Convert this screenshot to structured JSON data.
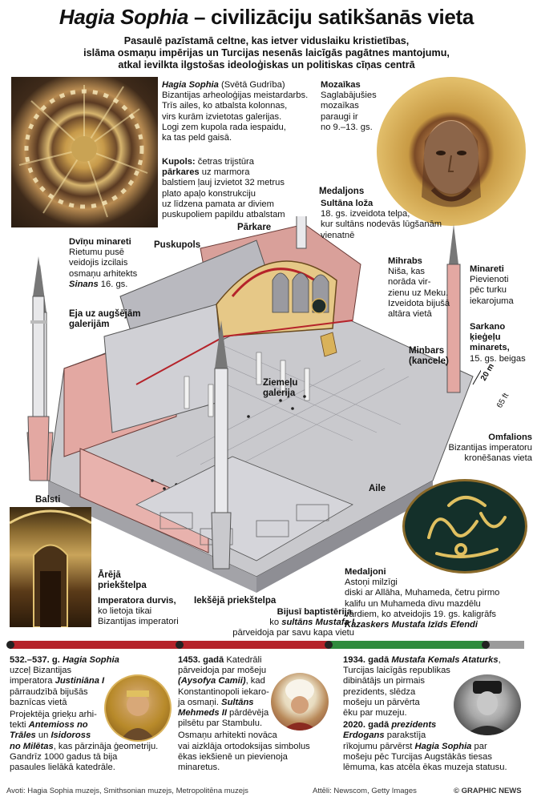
{
  "title": {
    "italic": "Hagia Sophia",
    "rest": " – civilizāciju satikšanās vieta"
  },
  "subtitle": [
    "Pasaulē pazīstamā celtne, kas ietver viduslaiku kristietības,",
    "islāma osmaņu impērijas un Turcijas nesenās laicīgās pagātnes mantojumu,",
    "atkal ievilkta ilgstošas ideoloģiskas un politiskas cīņas centrā"
  ],
  "intro": {
    "name": "Hagia Sophia",
    "name_suffix": " (Svētā Gudrība)",
    "lines": [
      "Bizantijas arheoloģijas meistardarbs.",
      "Trīs ailes, ko atbalsta kolonnas,",
      "virs kurām izvietotas galerijas.",
      "Logi zem kupola rada iespaidu,",
      "ka tas peld gaisā."
    ]
  },
  "kupols": {
    "head": "Kupols:",
    "lines": [
      " četras trijstūra",
      "pārkares",
      " uz marmora",
      "balstiem ļauj izvietot 32 metrus",
      "plato apaļo konstrukciju",
      "uz līdzena pamata ar diviem",
      "puskupoliem papildu atbalstam"
    ]
  },
  "mozaikas": {
    "head": "Mozaīkas",
    "lines": [
      "Saglabājušies",
      "mozaīkas",
      "paraugi ir",
      "no 9.–13. gs."
    ]
  },
  "labels": {
    "medaljons": "Medaljons",
    "pusk": "Puskupols",
    "parkare": "Pārkare",
    "ziem": [
      "Ziemeļu",
      "galerija"
    ],
    "aile": "Aile",
    "balsti": "Balsti",
    "eja": [
      "Eja uz augšējām",
      "galerijām"
    ],
    "minbars": [
      "Minbars",
      "(kancele)"
    ],
    "scale_m": "20 m",
    "scale_ft": "65 ft"
  },
  "sultana": {
    "head": "Sultāna loža",
    "lines": [
      "18. gs. izveidota telpa,",
      "kur sultāns nodevās lūgšanām",
      "vienatnē"
    ]
  },
  "mihrabs": {
    "head": "Mihrabs",
    "lines": [
      "Niša, kas",
      "norāda vir-",
      "zienu uz Meku.",
      "Izveidota bijušā",
      "altāra vietā"
    ]
  },
  "minareti": {
    "head": "Minareti",
    "lines": [
      "Pievienoti",
      "pēc turku",
      "iekarojuma"
    ]
  },
  "sarkano": {
    "head": [
      "Sarkano",
      "ķieģeļu",
      "minarets,"
    ],
    "tail": "15. gs. beigas"
  },
  "dvinu": {
    "head": [
      "Dvīņu minareti"
    ],
    "lines": [
      "Rietumu pusē",
      "veidojis izcilais",
      "osmaņu arhitekts"
    ],
    "name": "Sinans",
    "tail": " 16. gs."
  },
  "omfalions": {
    "head": "Omfalions",
    "lines": [
      "Bizantijas imperatoru",
      "kronēšanas vieta"
    ]
  },
  "medaljoni": {
    "head": "Medaljoni",
    "lines": [
      "Astoņi milzīgi",
      "diski ar Allāha, Muhameda, četru pirmo",
      "kalifu un Muhameda divu mazdēlu",
      "vārdiem, ko atveidojis 19. gs. kaligrāfs"
    ],
    "name": "Kazaskers Mustafa Izīds Efendi"
  },
  "areja": [
    "Ārējā",
    "priekštelpa"
  ],
  "imp_durvis": {
    "head": "Imperatora durvis,",
    "lines": [
      "ko lietoja tikai",
      "Bizantijas imperatori"
    ]
  },
  "ieksheja": "Iekšējā priekštelpa",
  "bijusi": {
    "head": "Bijusī baptistērija,",
    "lines": [
      "ko "
    ],
    "sultan": "sultāns Mustafa I",
    "line3": "pārveidoja par savu kapa vietu"
  },
  "timeline": {
    "col1": {
      "date": "532.–537. g.",
      "name": "Hagia Sophia",
      "lines": [
        "uzceļ Bizantijas",
        "imperatora"
      ],
      "emperor": "Justiniāna I",
      "lines2": [
        "pārraudzībā bijušās",
        "baznīcas vietā"
      ],
      "lines3": [
        "Projektēja grieķu arhi-",
        "tekti"
      ],
      "arch1": "Antemioss no",
      "arch2": "Trāles",
      "un": " un ",
      "arch3": "Isidoross",
      "arch4": "no Milētas",
      "lines4": [
        ", kas pārzināja ģeometriju.",
        "Gandrīz 1000 gadus tā bija",
        "pasaules lielākā katedrāle."
      ]
    },
    "col2": {
      "date": "1453. gadā",
      "lines": [
        " Katedrāli",
        "pārveidoja par mošeju"
      ],
      "aya": "(Aysofya Camii)",
      "lines2": [
        ", kad",
        "Konstantinopoli iekaro-",
        "ja osmaņi. "
      ],
      "sultan": "Sultāns",
      "sultan2": "Mehmeds II",
      "lines3": [
        " pārdēvēja",
        "pilsētu par Stambulu.",
        "Osmaņu arhitekti novāca",
        "vai aizklāja ortodoksijas simbolus",
        "ēkas iekšienē un pievienoja",
        "minaretus."
      ]
    },
    "col3": {
      "date": "1934. gadā",
      "ataturk": "Mustafa Kemals Ataturks",
      "lines": [
        ",",
        "Turcijas laicīgās republikas",
        "dibinātājs un pirmais",
        "prezidents, slēdza",
        "mošeju un pārvērta",
        "ēku par muzeju."
      ],
      "date2": "2020. gadā",
      "pres": "prezidents",
      "erd": "Erdogans",
      "lines2": [
        " parakstīja",
        "rīkojumu pārvērst "
      ],
      "hs": "Hagia Sophia",
      "lines3": [
        " par",
        "mošeju pēc Turcijas Augstākās tiesas",
        "lēmuma, kas atcēla ēkas muzeja statusu."
      ]
    }
  },
  "footer": {
    "left": "Avoti: Hagia Sophia muzejs, Smithsonian muzejs, Metropolitēna muzejs",
    "mid": "Attēli: Newscom, Getty Images",
    "right": "© GRAPHIC NEWS"
  },
  "colors": {
    "red": "#b5232a",
    "green": "#2e8b3d",
    "grey": "#9a9a9a",
    "pink": "#e8b2ad",
    "gold": "#d9b25a"
  }
}
